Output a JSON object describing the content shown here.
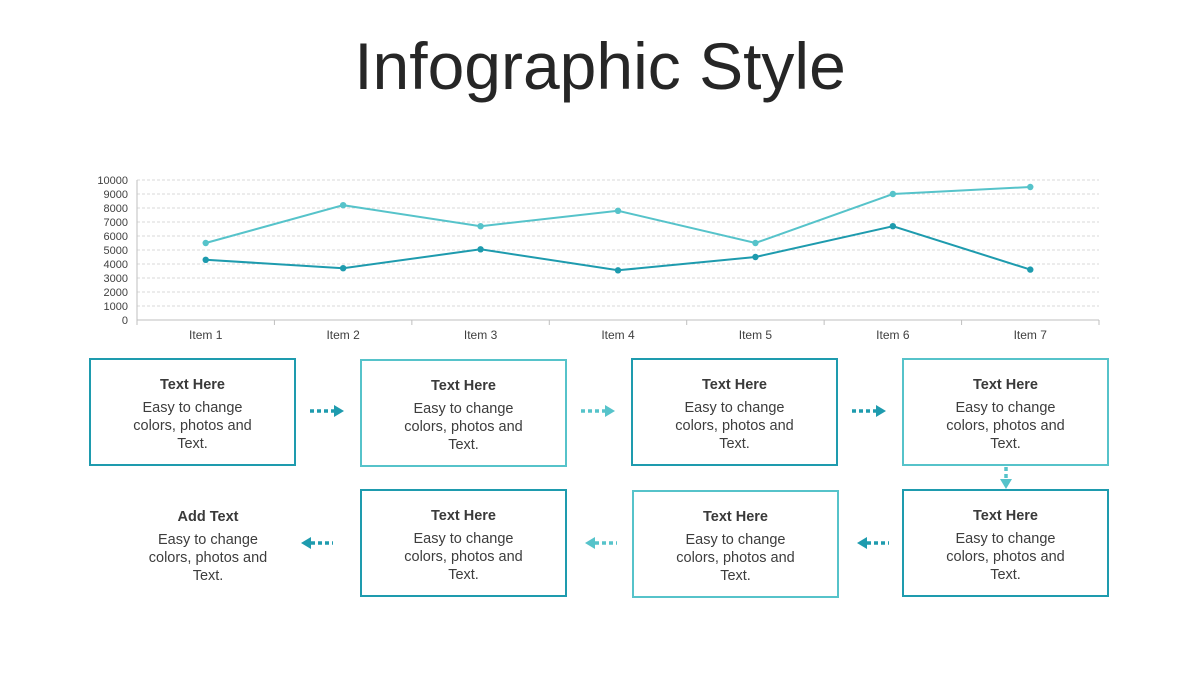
{
  "title": "Infographic Style",
  "colors": {
    "dark": "#1E9BAE",
    "light": "#56C3CA",
    "grid": "#d9d9d9",
    "axis": "#bfbfbf"
  },
  "chart_data": {
    "type": "line",
    "categories": [
      "Item 1",
      "Item 2",
      "Item 3",
      "Item 4",
      "Item 5",
      "Item 6",
      "Item 7"
    ],
    "yticks": [
      "0",
      "1000",
      "2000",
      "3000",
      "4000",
      "5000",
      "6000",
      "7000",
      "8000",
      "9000",
      "10000"
    ],
    "ylim": [
      0,
      10000
    ],
    "grid": true,
    "series": [
      {
        "values": [
          5500,
          8200,
          6700,
          7800,
          5500,
          9000,
          9500
        ],
        "color": "#56C3CA"
      },
      {
        "values": [
          4300,
          3700,
          5050,
          3550,
          4500,
          6700,
          3600
        ],
        "color": "#1E9BAE"
      }
    ]
  },
  "boxes": [
    {
      "title": "Text Here",
      "body": "Easy to change colors, photos and Text."
    },
    {
      "title": "Text Here",
      "body": "Easy to change colors, photos and Text."
    },
    {
      "title": "Text Here",
      "body": "Easy to change colors, photos and Text."
    },
    {
      "title": "Text Here",
      "body": "Easy to change colors, photos and Text."
    },
    {
      "title": "Text Here",
      "body": "Easy to change colors, photos and Text."
    },
    {
      "title": "Text Here",
      "body": "Easy to change colors, photos and Text."
    },
    {
      "title": "Text Here",
      "body": "Easy to change colors, photos and Text."
    }
  ],
  "add_text": {
    "title": "Add Text",
    "body": "Easy to change colors, photos and Text."
  }
}
